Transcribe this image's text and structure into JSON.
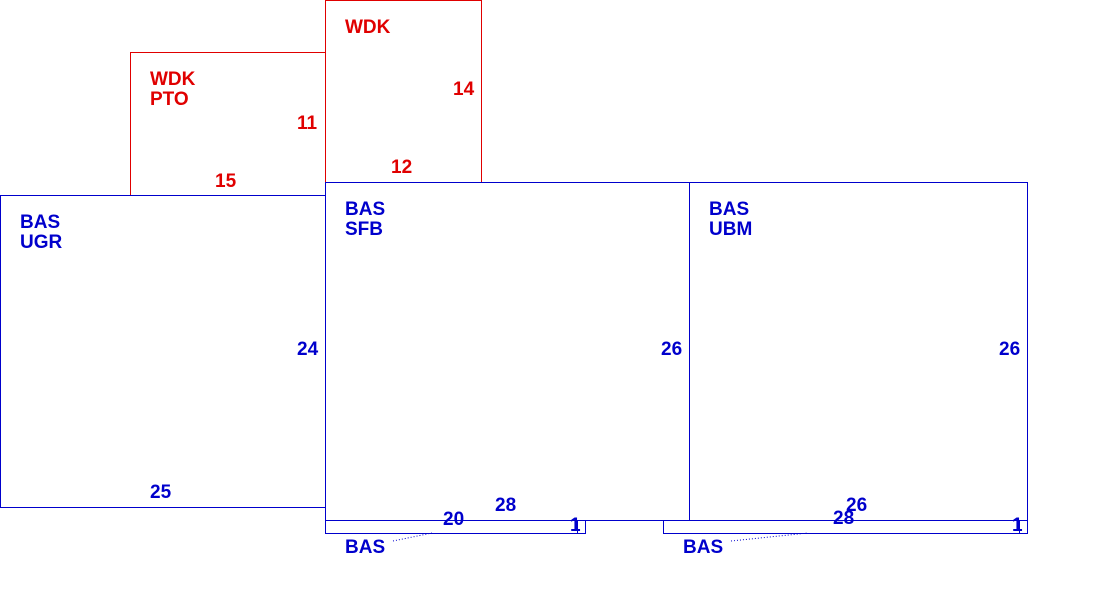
{
  "colors": {
    "red": "#e00000",
    "blue": "#0000cc"
  },
  "boxes": [
    {
      "id": "wdk-pto",
      "color": "red",
      "name": [
        "WDK",
        "PTO"
      ],
      "dims": [
        {
          "value": "11"
        },
        {
          "value": "15"
        }
      ]
    },
    {
      "id": "wdk",
      "color": "red",
      "name": [
        "WDK"
      ],
      "dims": [
        {
          "value": "14"
        },
        {
          "value": "12"
        }
      ]
    },
    {
      "id": "bas-ugr",
      "color": "blue",
      "name": [
        "BAS",
        "UGR"
      ],
      "dims": [
        {
          "value": "24"
        },
        {
          "value": "25"
        }
      ]
    },
    {
      "id": "bas-sfb",
      "color": "blue",
      "name": [
        "BAS",
        "SFB"
      ],
      "dims": [
        {
          "value": "26"
        },
        {
          "value": "28"
        }
      ]
    },
    {
      "id": "bas-ubm",
      "color": "blue",
      "name": [
        "BAS",
        "UBM"
      ],
      "dims": [
        {
          "value": "26"
        },
        {
          "value": "26"
        }
      ]
    },
    {
      "id": "bas-strip-1",
      "color": "blue",
      "name": [
        "BAS"
      ],
      "dims": [
        {
          "value": "20"
        },
        {
          "value": "1"
        }
      ]
    },
    {
      "id": "bas-strip-2",
      "color": "blue",
      "name": [
        "BAS"
      ],
      "dims": [
        {
          "value": "28"
        },
        {
          "value": "1"
        }
      ]
    }
  ]
}
